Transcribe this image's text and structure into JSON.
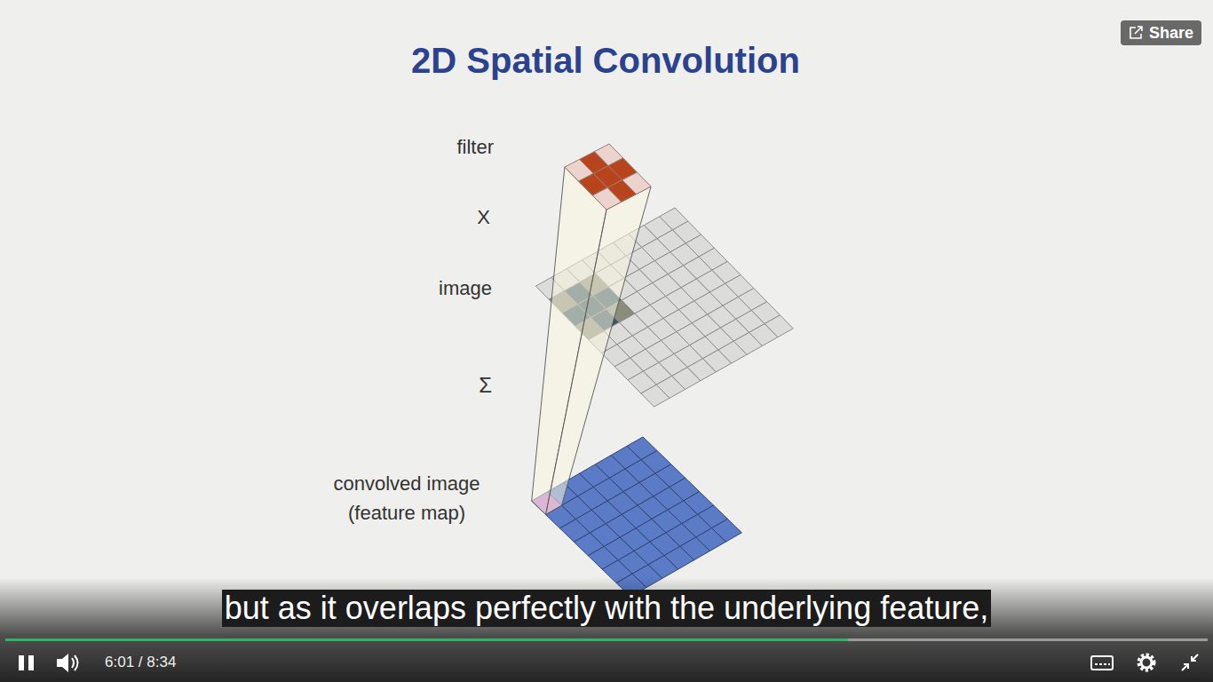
{
  "diagram": {
    "title": "2D Spatial Convolution",
    "caption": "but as it overlaps perfectly with the underlying feature,",
    "nodes": [
      {
        "text": [
          "Share"
        ]
      }
    ],
    "labels": [
      "filter",
      "X",
      "image",
      "Σ",
      "convolved image (feature map)",
      "6:01 / 8:34"
    ]
  }
}
